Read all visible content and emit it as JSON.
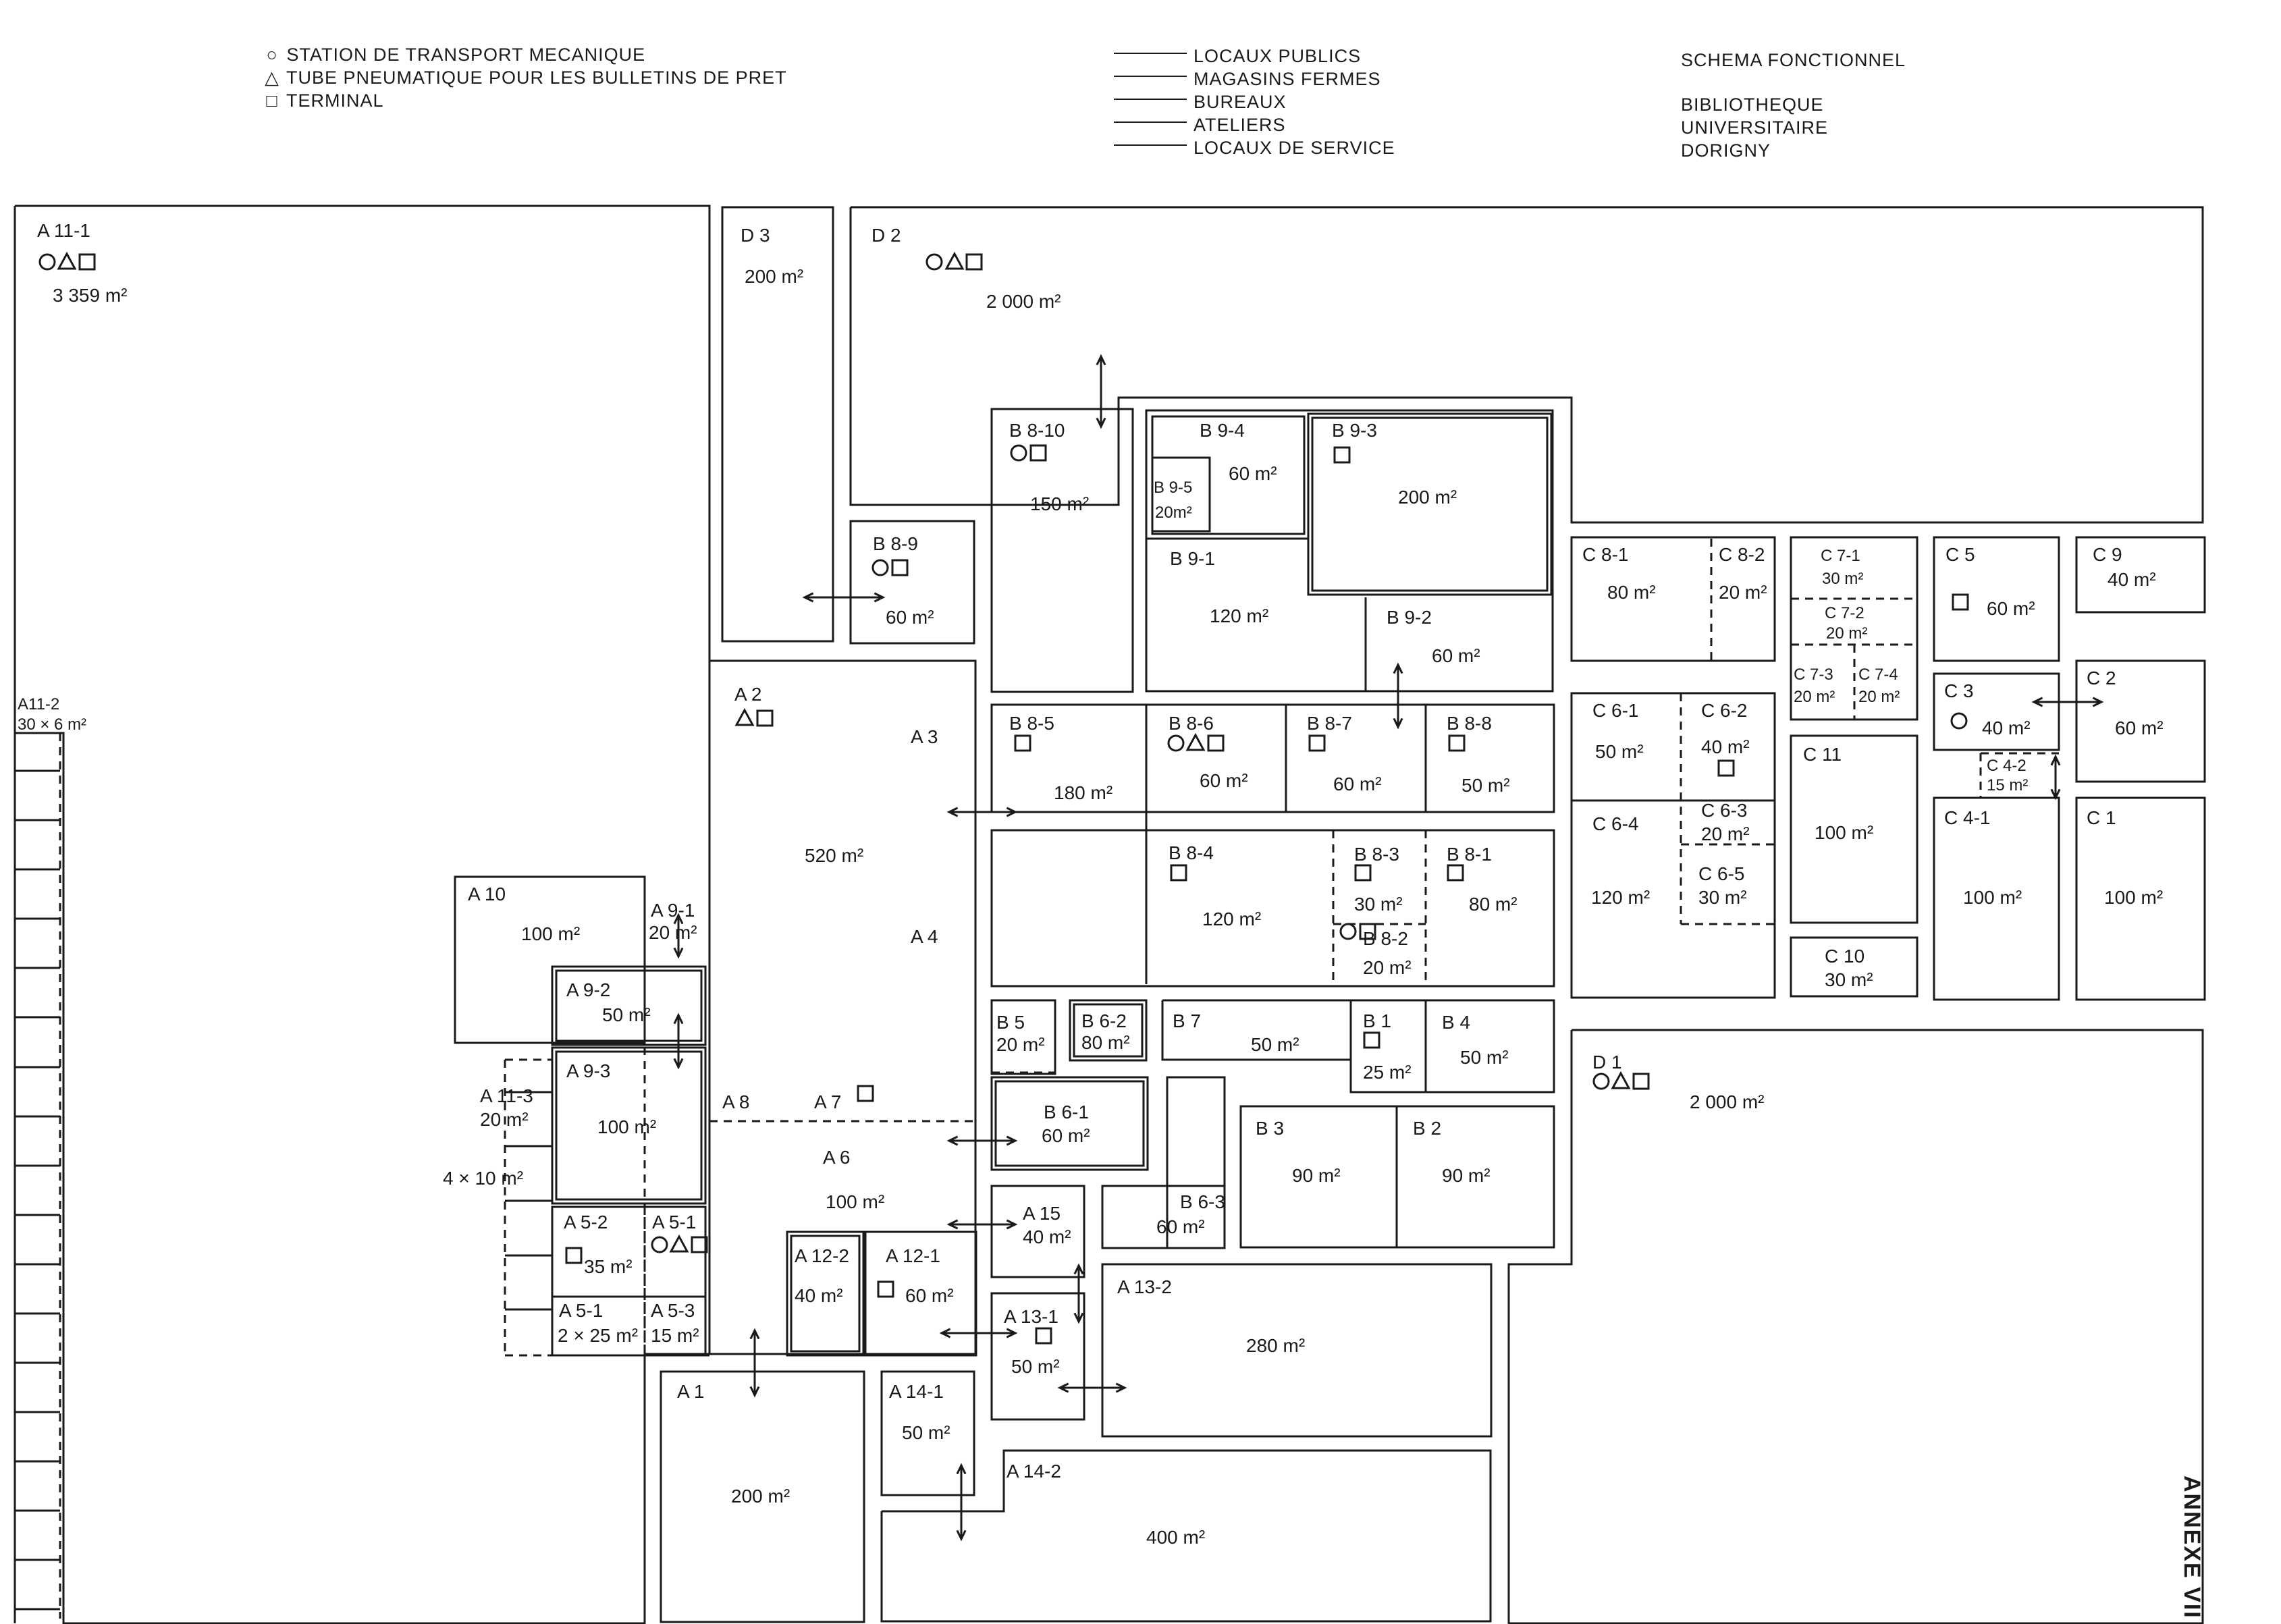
{
  "legend_symbols": [
    {
      "icon": "circle-icon",
      "symbol": "○",
      "label": "STATION DE TRANSPORT MECANIQUE"
    },
    {
      "icon": "triangle-icon",
      "symbol": "△",
      "label": "TUBE PNEUMATIQUE POUR LES BULLETINS DE PRET"
    },
    {
      "icon": "square-icon",
      "symbol": "□",
      "label": "TERMINAL"
    }
  ],
  "legend_lines": [
    "LOCAUX PUBLICS",
    "MAGASINS FERMES",
    "BUREAUX",
    "ATELIERS",
    "LOCAUX DE SERVICE"
  ],
  "title_block": {
    "line1": "SCHEMA FONCTIONNEL",
    "line2": "BIBLIOTHEQUE",
    "line3": "UNIVERSITAIRE",
    "line4": "DORIGNY"
  },
  "annexe": "ANNEXE VII",
  "rooms": [
    {
      "id": "A 11-1",
      "area": "3 359 m²",
      "symbols": "○△□"
    },
    {
      "id": "A11-2",
      "area": "30 × 6 m²",
      "symbols": ""
    },
    {
      "id": "D 3",
      "area": "200 m²",
      "symbols": ""
    },
    {
      "id": "D 2",
      "area": "2 000 m²",
      "symbols": "○△□"
    },
    {
      "id": "B 8-10",
      "area": "150 m²",
      "symbols": "○□"
    },
    {
      "id": "B 9-4",
      "area": "60 m²",
      "symbols": ""
    },
    {
      "id": "B 9-5",
      "area": "20m²",
      "symbols": ""
    },
    {
      "id": "B 9-3",
      "area": "200 m²",
      "symbols": "□"
    },
    {
      "id": "B 8-9",
      "area": "60 m²",
      "symbols": "○□"
    },
    {
      "id": "B 9-1",
      "area": "120 m²",
      "symbols": ""
    },
    {
      "id": "B 9-2",
      "area": "60 m²",
      "symbols": ""
    },
    {
      "id": "C 8-1",
      "area": "80 m²",
      "symbols": ""
    },
    {
      "id": "C 8-2",
      "area": "20 m²",
      "symbols": ""
    },
    {
      "id": "C 7-1",
      "area": "30 m²",
      "symbols": ""
    },
    {
      "id": "C 7-2",
      "area": "20 m²",
      "symbols": ""
    },
    {
      "id": "C 7-3",
      "area": "20 m²",
      "symbols": ""
    },
    {
      "id": "C 7-4",
      "area": "20 m²",
      "symbols": ""
    },
    {
      "id": "C 5",
      "area": "60 m²",
      "symbols": "□"
    },
    {
      "id": "C 9",
      "area": "40 m²",
      "symbols": ""
    },
    {
      "id": "A 2",
      "area": "",
      "symbols": "△□"
    },
    {
      "id": "A 3",
      "area": "520 m²",
      "symbols": ""
    },
    {
      "id": "A 4",
      "area": "",
      "symbols": ""
    },
    {
      "id": "B 8-5",
      "area": "180 m²",
      "symbols": "□"
    },
    {
      "id": "B 8-6",
      "area": "60 m²",
      "symbols": "○△□"
    },
    {
      "id": "B 8-7",
      "area": "60 m²",
      "symbols": "□"
    },
    {
      "id": "B 8-8",
      "area": "50 m²",
      "symbols": "□"
    },
    {
      "id": "C 6-1",
      "area": "50 m²",
      "symbols": ""
    },
    {
      "id": "C 6-2",
      "area": "40 m²",
      "symbols": "□"
    },
    {
      "id": "C 11",
      "area": "100 m²",
      "symbols": ""
    },
    {
      "id": "C 3",
      "area": "40 m²",
      "symbols": "○"
    },
    {
      "id": "C 2",
      "area": "60 m²",
      "symbols": ""
    },
    {
      "id": "C 4-2",
      "area": "15 m²",
      "symbols": ""
    },
    {
      "id": "C 6-3",
      "area": "20 m²",
      "symbols": ""
    },
    {
      "id": "C 6-4",
      "area": "120 m²",
      "symbols": ""
    },
    {
      "id": "C 6-5",
      "area": "30 m²",
      "symbols": ""
    },
    {
      "id": "C 4-1",
      "area": "100 m²",
      "symbols": ""
    },
    {
      "id": "C 1",
      "area": "100 m²",
      "symbols": ""
    },
    {
      "id": "B 8-4",
      "area": "120 m²",
      "symbols": "□"
    },
    {
      "id": "B 8-3",
      "area": "30 m²",
      "symbols": "□"
    },
    {
      "id": "B 8-1",
      "area": "80 m²",
      "symbols": "□"
    },
    {
      "id": "B 8-2",
      "area": "20 m²",
      "symbols": "○□"
    },
    {
      "id": "C 10",
      "area": "30 m²",
      "symbols": ""
    },
    {
      "id": "A 10",
      "area": "100 m²",
      "symbols": ""
    },
    {
      "id": "A 9-1",
      "area": "20 m²",
      "symbols": ""
    },
    {
      "id": "A 9-2",
      "area": "50 m²",
      "symbols": ""
    },
    {
      "id": "A 9-3",
      "area": "100 m²",
      "symbols": ""
    },
    {
      "id": "A 11-3",
      "area": "20 m²",
      "symbols": ""
    },
    {
      "id": "4 × 10 m²",
      "area": "",
      "symbols": ""
    },
    {
      "id": "B 5",
      "area": "20 m²",
      "symbols": ""
    },
    {
      "id": "B 6-2",
      "area": "80 m²",
      "symbols": ""
    },
    {
      "id": "B 7",
      "area": "50 m²",
      "symbols": ""
    },
    {
      "id": "B 1",
      "area": "25 m²",
      "symbols": "□"
    },
    {
      "id": "B 4",
      "area": "50 m²",
      "symbols": ""
    },
    {
      "id": "D 1",
      "area": "2 000 m²",
      "symbols": "○△□"
    },
    {
      "id": "A 8",
      "area": "",
      "symbols": ""
    },
    {
      "id": "A 7",
      "area": "",
      "symbols": "□"
    },
    {
      "id": "A 6",
      "area": "100 m²",
      "symbols": ""
    },
    {
      "id": "B 6-1",
      "area": "60 m²",
      "symbols": ""
    },
    {
      "id": "B 3",
      "area": "90 m²",
      "symbols": ""
    },
    {
      "id": "B 2",
      "area": "90 m²",
      "symbols": ""
    },
    {
      "id": "A 5-2",
      "area": "35 m²",
      "symbols": "□"
    },
    {
      "id": "A 5-1",
      "area": "",
      "symbols": "○△□"
    },
    {
      "id": "A 15",
      "area": "40 m²",
      "symbols": ""
    },
    {
      "id": "B 6-3",
      "area": "60 m²",
      "symbols": ""
    },
    {
      "id": "A 12-2",
      "area": "40 m²",
      "symbols": ""
    },
    {
      "id": "A 12-1",
      "area": "60 m²",
      "symbols": "□"
    },
    {
      "id": "A 5-1",
      "area": "2 × 25 m²",
      "symbols": ""
    },
    {
      "id": "A 5-3",
      "area": "15 m²",
      "symbols": ""
    },
    {
      "id": "A 13-1",
      "area": "50 m²",
      "symbols": "□"
    },
    {
      "id": "A 13-2",
      "area": "280 m²",
      "symbols": ""
    },
    {
      "id": "A 1",
      "area": "200 m²",
      "symbols": ""
    },
    {
      "id": "A 14-1",
      "area": "50 m²",
      "symbols": ""
    },
    {
      "id": "A 14-2",
      "area": "400 m²",
      "symbols": ""
    }
  ]
}
